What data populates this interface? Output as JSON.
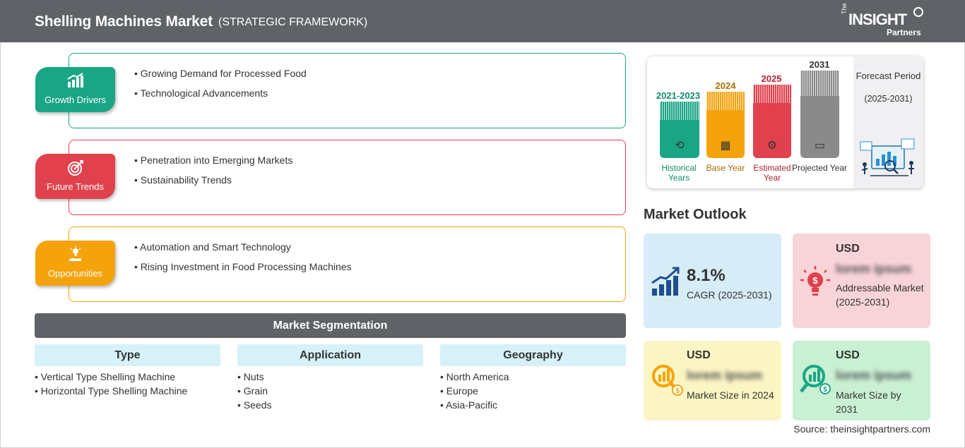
{
  "header": {
    "title": "Shelling Machines Market",
    "subtitle": "(STRATEGIC FRAMEWORK)",
    "logo": {
      "the": "The",
      "insight": "INSIGHT",
      "partners": "Partners"
    }
  },
  "framework": [
    {
      "label": "Growth Drivers",
      "icon": "chart-growth-icon",
      "color": "#1aa584",
      "items": [
        "Growing Demand for Processed Food",
        "Technological Advancements"
      ]
    },
    {
      "label": "Future Trends",
      "icon": "target-icon",
      "color": "#e0414d",
      "items": [
        "Penetration into Emerging Markets",
        "Sustainability Trends"
      ]
    },
    {
      "label": "Opportunities",
      "icon": "hand-bulb-icon",
      "color": "#f5a30b",
      "items": [
        "Automation and Smart Technology",
        "Rising Investment in Food Processing Machines"
      ]
    }
  ],
  "segmentation": {
    "title": "Market Segmentation",
    "columns": [
      {
        "head": "Type",
        "items": [
          "Vertical Type Shelling Machine",
          "Horizontal Type Shelling Machine"
        ]
      },
      {
        "head": "Application",
        "items": [
          "Nuts",
          "Grain",
          "Seeds"
        ]
      },
      {
        "head": "Geography",
        "items": [
          "North America",
          "Europe",
          "Asia-Pacific"
        ]
      }
    ]
  },
  "timeline": {
    "periods": [
      {
        "year": "2021-2023",
        "label": "Historical Years",
        "color": "#1aa584",
        "year_color": "#138a6d",
        "label_color": "#138a6d",
        "icon": "history-icon"
      },
      {
        "year": "2024",
        "label": "Base Year",
        "color": "#f5a30b",
        "year_color": "#a86d00",
        "label_color": "#a86d00",
        "icon": "calendar-icon"
      },
      {
        "year": "2025",
        "label": "Estimated Year",
        "color": "#e0414d",
        "year_color": "#b32330",
        "label_color": "#b32330",
        "icon": "gear-chart-icon"
      },
      {
        "year": "2031",
        "label": "Projected Year",
        "color": "#8a8a8a",
        "year_color": "#333333",
        "label_color": "#333333",
        "icon": "presentation-icon"
      }
    ],
    "forecast": {
      "title": "Forecast Period",
      "range": "(2025-2031)"
    }
  },
  "outlook": {
    "title": "Market Outlook",
    "cagr": {
      "value": "8.1%",
      "label": "CAGR (2025-2031)",
      "bg": "#d6ecf7",
      "icon": "bar-growth-icon"
    },
    "addressable": {
      "usd": "USD",
      "value": "lorem ipsum",
      "label": "Addressable Market (2025-2031)",
      "bg": "#f8d3d8",
      "icon": "bulb-dollar-icon"
    },
    "size2024": {
      "usd": "USD",
      "value": "lorem ipsum",
      "label": "Market Size in 2024",
      "bg": "#fbf5c3",
      "icon": "magnifier-dollar-icon"
    },
    "size2031": {
      "usd": "USD",
      "value": "lorem ipsum",
      "label": "Market Size by 2031",
      "bg": "#c9f0d3",
      "icon": "magnifier-chart-icon"
    }
  },
  "source": "Source: theinsightpartners.com"
}
